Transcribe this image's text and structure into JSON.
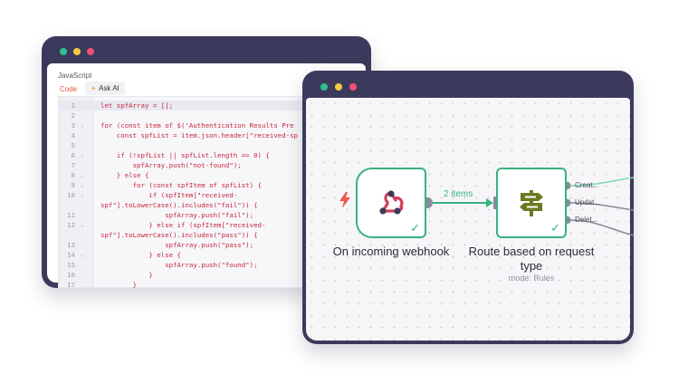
{
  "editor": {
    "language_label": "JavaScript",
    "tab_code": "Code",
    "tab_ask_ai": "Ask AI",
    "lines": [
      {
        "n": "1",
        "fold": "",
        "text": "let spfArray = [];"
      },
      {
        "n": "2",
        "fold": "",
        "text": ""
      },
      {
        "n": "3",
        "fold": "⌄",
        "text": "for (const item of $('Authentication Results Pre"
      },
      {
        "n": "4",
        "fold": "",
        "text": "    const spfList = item.json.header[\"received-sp"
      },
      {
        "n": "5",
        "fold": "",
        "text": ""
      },
      {
        "n": "6",
        "fold": "⌄",
        "text": "    if (!spfList || spfList.length == 0) {"
      },
      {
        "n": "7",
        "fold": "",
        "text": "        spfArray.push(\"not-found\");"
      },
      {
        "n": "8",
        "fold": "⌄",
        "text": "    } else {"
      },
      {
        "n": "9",
        "fold": "⌄",
        "text": "        for (const spfItem of spfList) {"
      },
      {
        "n": "10",
        "fold": "⌄",
        "text": "            if (spfItem[\"received-"
      },
      {
        "n": "",
        "fold": "",
        "text": "spf\"].toLowerCase().includes(\"fail\")) {"
      },
      {
        "n": "11",
        "fold": "",
        "text": "                spfArray.push(\"fail\");"
      },
      {
        "n": "12",
        "fold": "⌄",
        "text": "            } else if (spfItem[\"received-"
      },
      {
        "n": "",
        "fold": "",
        "text": "spf\"].toLowerCase().includes(\"pass\")) {"
      },
      {
        "n": "13",
        "fold": "",
        "text": "                spfArray.push(\"pass\");"
      },
      {
        "n": "14",
        "fold": "⌄",
        "text": "            } else {"
      },
      {
        "n": "15",
        "fold": "",
        "text": "                spfArray.push(\"found\");"
      },
      {
        "n": "16",
        "fold": "",
        "text": "            }"
      },
      {
        "n": "17",
        "fold": "",
        "text": "        }"
      }
    ]
  },
  "workflow": {
    "connection_label": "2 items",
    "webhook_node": {
      "title": "On incoming webhook",
      "icon": "webhook-icon",
      "trigger_icon": "lightning-icon"
    },
    "router_node": {
      "title": "Route based on request type",
      "subtitle": "mode: Rules",
      "icon": "signpost-icon"
    },
    "outputs": [
      "Creat...",
      "Updat...",
      "Delet..."
    ],
    "colors": {
      "success": "#36b37e",
      "trigger": "#f0584a",
      "webhook_red": "#d23e5a",
      "signpost": "#6b7a1e",
      "window": "#3b3a5c"
    }
  }
}
